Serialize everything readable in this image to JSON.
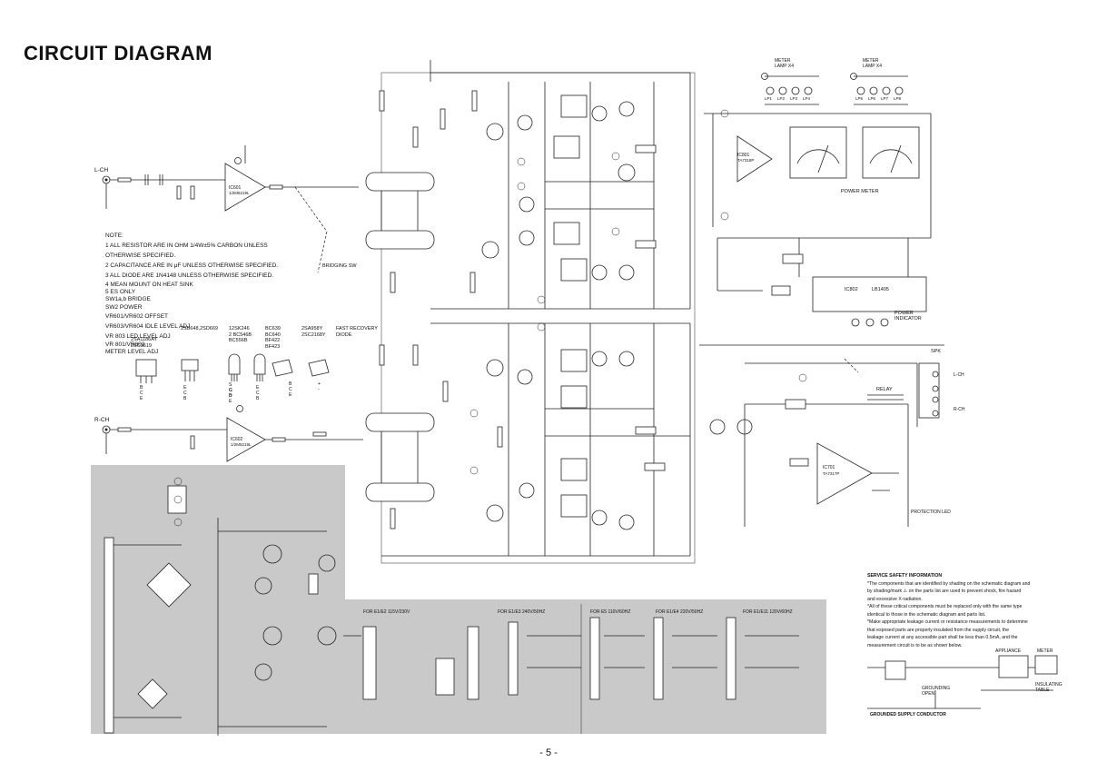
{
  "title": "CIRCUIT DIAGRAM",
  "page_number": "- 5 -",
  "notes": {
    "heading": "NOTE:",
    "lines": [
      "1  ALL RESISTOR ARE IN OHM 1/4W±5% CARBON UNLESS",
      "    OTHERWISE SPECIFIED.",
      "2  CAPACITANCE ARE IN μF UNLESS OTHERWISE SPECIFIED.",
      "3  ALL DIODE ARE 1N4148 UNLESS OTHERWISE SPECIFIED.",
      "4  MEAN MOUNT ON HEAT SINK",
      "5  ES ONLY",
      "SW1a,b  BRIDGE",
      "SW2   POWER",
      "VR601/VR602  OFFSET",
      "VR603/VR604  IDLE LEVEL ADJ",
      "VR 803  LED LEVEL ADJ",
      "VR 801/VR802",
      "METER LEVEL ADJ"
    ]
  },
  "transistor_groups": [
    {
      "text": "2SA1186AY\n2SC3519"
    },
    {
      "text": "2SB648,2SD669"
    },
    {
      "text": "12SK246\n2 BC546B\nBC556B"
    },
    {
      "text": "BC639\nBC640\nBF422\nBF423"
    },
    {
      "text": "2SA958Y\n2SC2168Y"
    },
    {
      "text": "FAST RECOVERY\nDIODE"
    }
  ],
  "pin_labels": [
    "B C E",
    "E C B",
    "S G D",
    "C B E",
    "E C B",
    "B C E",
    "+  -"
  ],
  "channels": {
    "left": "L-CH",
    "right": "R-CH"
  },
  "meter_labels": [
    "METER\nLAMP X4",
    "METER\nLAMP X4"
  ],
  "lamps_left": [
    "LP1",
    "LP2",
    "LP3",
    "LP4"
  ],
  "lamps_right": [
    "LP5",
    "LP6",
    "LP7",
    "LP8"
  ],
  "power_meter_label": "POWER METER",
  "power_indicator": "POWER\nINDICATOR",
  "ic_labels": [
    "IC601",
    "IC602",
    "IC801",
    "IC802",
    "IC701"
  ],
  "ic_parts": [
    "1/2M5219L",
    "1/2M5219L",
    "TA7318P",
    "LB1405",
    "TA7317P"
  ],
  "speaker_labels": [
    "SPK",
    "L-CH",
    "R-CH"
  ],
  "relay_label": "RELAY",
  "protection_led": "PROTECTION LED",
  "bridging_label": "BRIDGING SW",
  "power_supply_versions": [
    "FOR E1/E2  115V/230V",
    "FOR E1/E3  240V/50HZ",
    "FOR E5  110V/60HZ",
    "FOR E1/E4  220V/50HZ",
    "FOR E1/E11  120V/60HZ"
  ],
  "safety": {
    "heading": "SERVICE SAFETY INFORMATION",
    "lines": [
      "*The components that are identified by shading on the schematic diagram and",
      "by shading/mark  ⚠  on the parts list are used to prevent shock, fire hazard",
      "and excessive X-radiation.",
      "*All of these critical components must be replaced only with the same type",
      "identical to those in the schematic diagram and parts list.",
      "*Make appropriate leakage current or resistance measurements to determine",
      "that exposed parts are properly insulated from the supply circuit, the",
      "leakage current at any accessible part shall be less than 0.5mA, and the",
      "measurement circuit is to be as shown below."
    ],
    "diagram_labels": [
      "APPLIANCE",
      "METER",
      "GROUNDING OPEN",
      "INSULATING TABLE",
      "GROUNDED SUPPLY CONDUCTOR"
    ]
  }
}
